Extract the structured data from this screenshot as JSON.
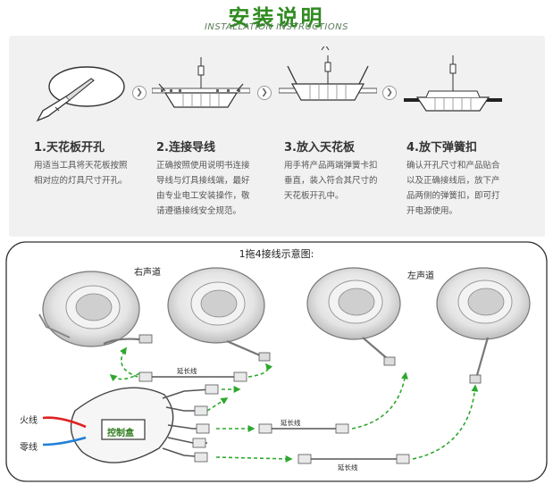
{
  "header": {
    "title": "安装说明",
    "subtitle": "INSTALLATION INSTRUCTIONS"
  },
  "steps": [
    {
      "title": "1.天花板开孔",
      "desc": "用适当工具将天花板按照相对应的灯具尺寸开孔。"
    },
    {
      "title": "2.连接导线",
      "desc": "正确按照使用说明书连接导线与灯具接线端，最好由专业电工安装操作，敬请遵循接线安全规范。"
    },
    {
      "title": "3.放入天花板",
      "desc": "用手将产品两端弹簧卡扣垂直，装入符合其尺寸的天花板开孔中。"
    },
    {
      "title": "4.放下弹簧扣",
      "desc": "确认开孔尺寸和产品贴合以及正确接线后，放下产品两侧的弹簧扣，即可打开电源使用。"
    }
  ],
  "wiring": {
    "title": "1拖4接线示意图:",
    "right_channel": "右声道",
    "left_channel": "左声道",
    "live_wire": "火线",
    "neutral_wire": "零线",
    "control_box": "控制盒",
    "extension_1": "延长线",
    "extension_2": "延长线",
    "extension_3": "延长线",
    "colors": {
      "live": "#e02020",
      "neutral": "#1e7fd8",
      "arrow": "#2ea82e",
      "box_label": "#2e7d1e"
    }
  }
}
